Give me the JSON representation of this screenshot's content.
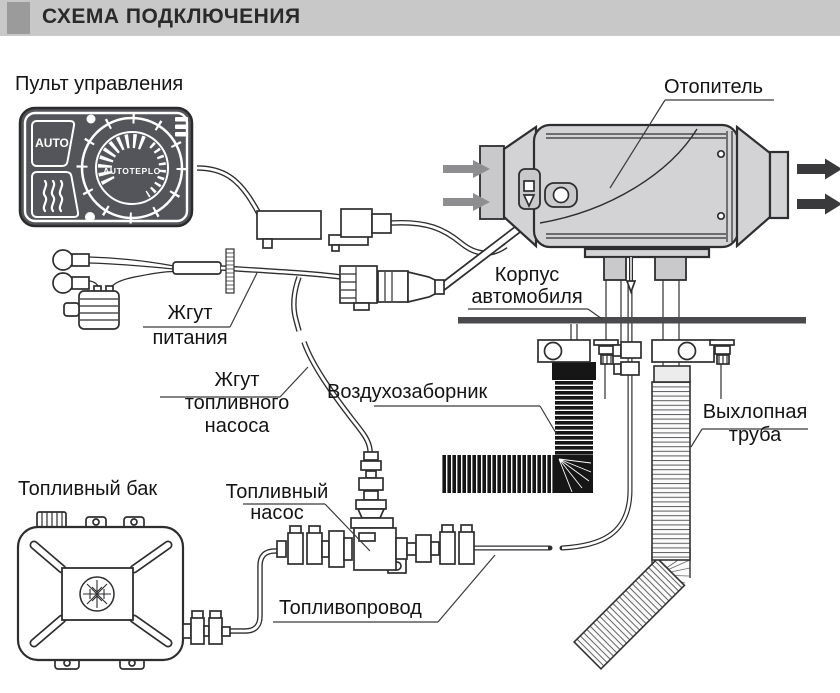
{
  "title": "СХЕМА ПОДКЛЮЧЕНИЯ",
  "panel": {
    "auto_button": "AUTO",
    "dial_brand": "AUTOTEPLO"
  },
  "labels": {
    "control_panel": "Пульт управления",
    "heater": "Отопитель",
    "power_harness": [
      "Жгут",
      "питания"
    ],
    "pump_harness": [
      "Жгут",
      "топливного",
      "насоса"
    ],
    "car_body": [
      "Корпус",
      "автомобиля"
    ],
    "air_intake": "Воздухозаборник",
    "exhaust": [
      "Выхлопная",
      "труба"
    ],
    "fuel_tank": "Топливный бак",
    "fuel_pump": [
      "Топливный",
      "насос"
    ],
    "fuel_line": "Топливопровод"
  },
  "colors": {
    "title_bar_bg": "#C8C8C8",
    "title_square": "#9B9B9B",
    "panel_body": "#54555A",
    "line": "#2E2E30",
    "heater_fill": "#D3D3D5",
    "intake_arrows": "#8E8E90",
    "outlet_arrows": "#3A3A3C",
    "car_body_line": "#4A4A4C",
    "air_duct_black": "#161616"
  }
}
